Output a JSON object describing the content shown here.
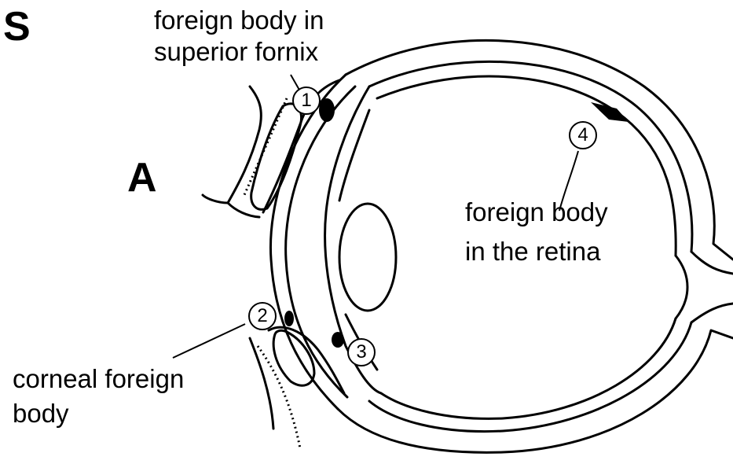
{
  "letters": {
    "s": "S",
    "a": "A"
  },
  "labels": {
    "fornix_line1": "foreign body in",
    "fornix_line2": "superior fornix",
    "retina_line1": "foreign body",
    "retina_line2": "in the retina",
    "corneal_line1": "corneal foreign",
    "corneal_line2": "body"
  },
  "markers": [
    "1",
    "2",
    "3",
    "4"
  ],
  "colors": {
    "ink": "#000000",
    "paper": "#ffffff"
  }
}
